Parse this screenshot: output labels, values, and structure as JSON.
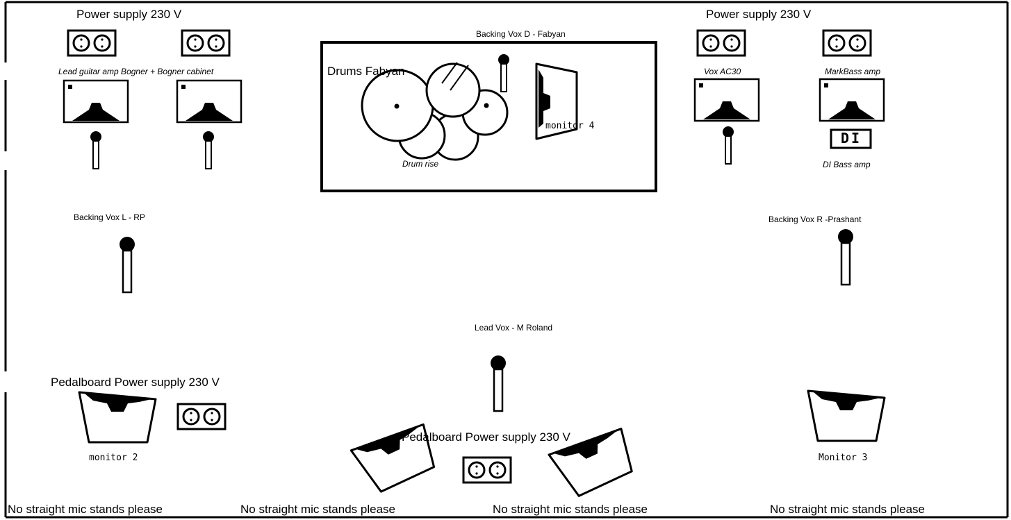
{
  "power_left": "Power supply 230 V",
  "power_right": "Power supply 230 V",
  "lead_guitar_amp": "Lead guitar amp Bogner + Bogner cabinet",
  "backing_vox_d": "Backing Vox D - Fabyan",
  "drums": "Drums Fabyan",
  "drum_rise": "Drum rise",
  "monitor4": "monitor 4",
  "vox_ac30": "Vox AC30",
  "markbass_amp": "MarkBass amp",
  "di_text": "DI",
  "di_bass_amp": "DI Bass amp",
  "backing_vox_l": "Backing Vox L - RP",
  "backing_vox_r": "Backing Vox R -Prashant",
  "lead_vox": "Lead Vox - M Roland",
  "pedalboard_left": "Pedalboard Power supply 230 V",
  "pedalboard_center": "Pedalboard Power supply 230 V",
  "monitor2": "monitor 2",
  "monitor3": "Monitor 3",
  "note1": "No straight mic stands please",
  "note2": "No straight mic stands please",
  "note3": "No straight mic stands please",
  "note4": "No straight mic stands please"
}
